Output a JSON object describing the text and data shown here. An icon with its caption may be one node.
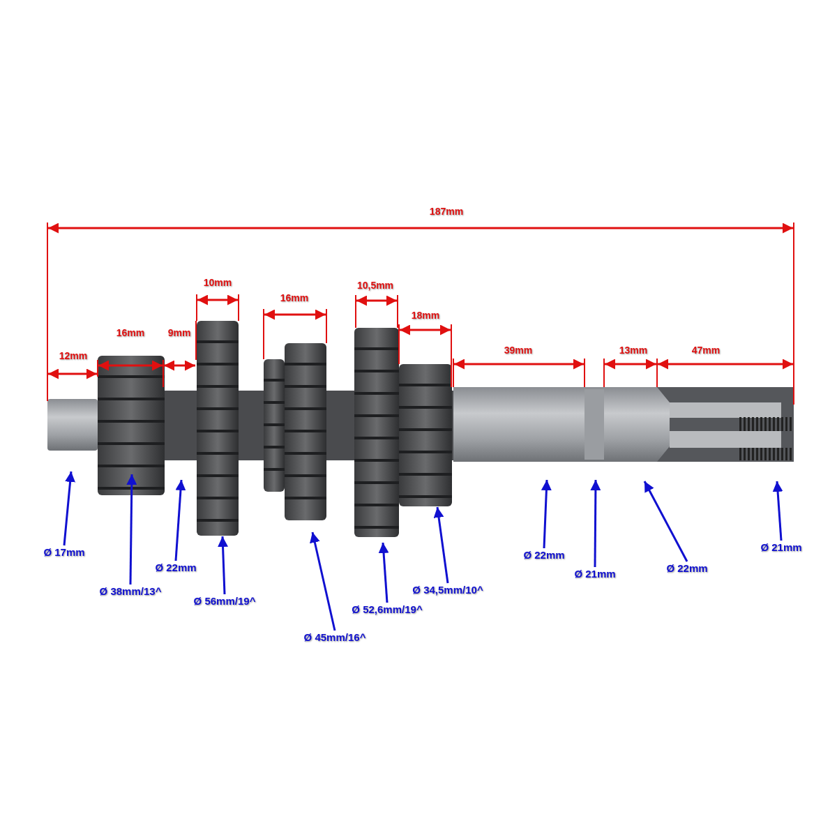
{
  "diagram": {
    "nodes": [
      {
        "text": [
          "Ø 17mm"
        ]
      },
      {
        "text": [
          "Ø 38mm/13^"
        ]
      },
      {
        "text": [
          "Ø 22mm"
        ]
      },
      {
        "text": [
          "Ø 56mm/19^"
        ]
      },
      {
        "text": [
          "Ø 45mm/16^"
        ]
      },
      {
        "text": [
          "Ø 52,6mm/19^"
        ]
      },
      {
        "text": [
          "Ø 34,5mm/10^"
        ]
      },
      {
        "text": [
          "Ø 22mm"
        ]
      },
      {
        "text": [
          "Ø 21mm"
        ]
      },
      {
        "text": [
          "Ø 22mm"
        ]
      },
      {
        "text": [
          "Ø 21mm"
        ]
      }
    ],
    "edges": [
      {
        "from": 0,
        "to": null,
        "arrow": "to"
      },
      {
        "from": 1,
        "to": null,
        "arrow": "to"
      },
      {
        "from": 2,
        "to": null,
        "arrow": "to"
      },
      {
        "from": 3,
        "to": null,
        "arrow": "to"
      },
      {
        "from": 4,
        "to": null,
        "arrow": "to"
      },
      {
        "from": 5,
        "to": null,
        "arrow": "to"
      },
      {
        "from": 6,
        "to": null,
        "arrow": "to"
      },
      {
        "from": 7,
        "to": null,
        "arrow": "to"
      },
      {
        "from": 8,
        "to": null,
        "arrow": "to"
      },
      {
        "from": 9,
        "to": null,
        "arrow": "to"
      },
      {
        "from": 10,
        "to": null,
        "arrow": "to"
      }
    ],
    "labels": [
      "187mm",
      "10mm",
      "10,5mm",
      "16mm",
      "18mm",
      "16mm",
      "9mm",
      "39mm",
      "13mm",
      "47mm",
      "12mm"
    ]
  }
}
